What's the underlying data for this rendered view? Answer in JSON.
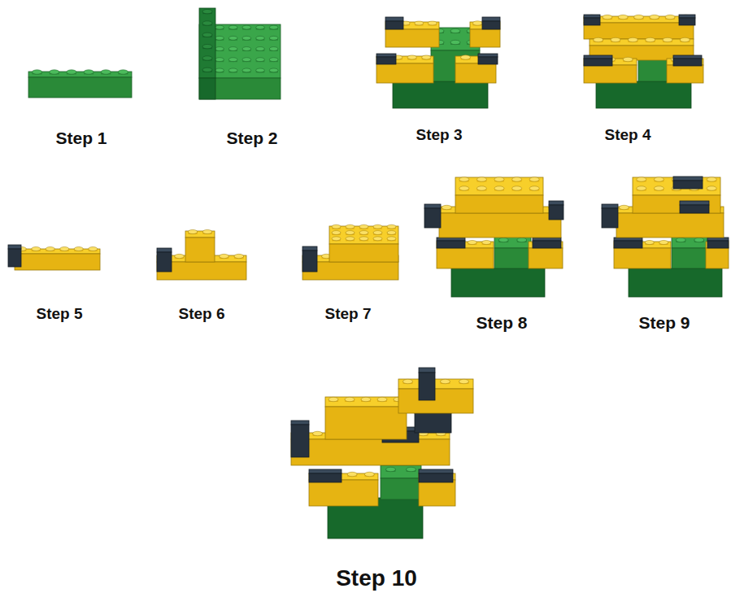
{
  "diagram": {
    "labels": [
      "Step 1",
      "Step 2",
      "Step 3",
      "Step 4",
      "Step 5",
      "Step 6",
      "Step 7",
      "Step 8",
      "Step 9",
      "Step 10"
    ]
  }
}
